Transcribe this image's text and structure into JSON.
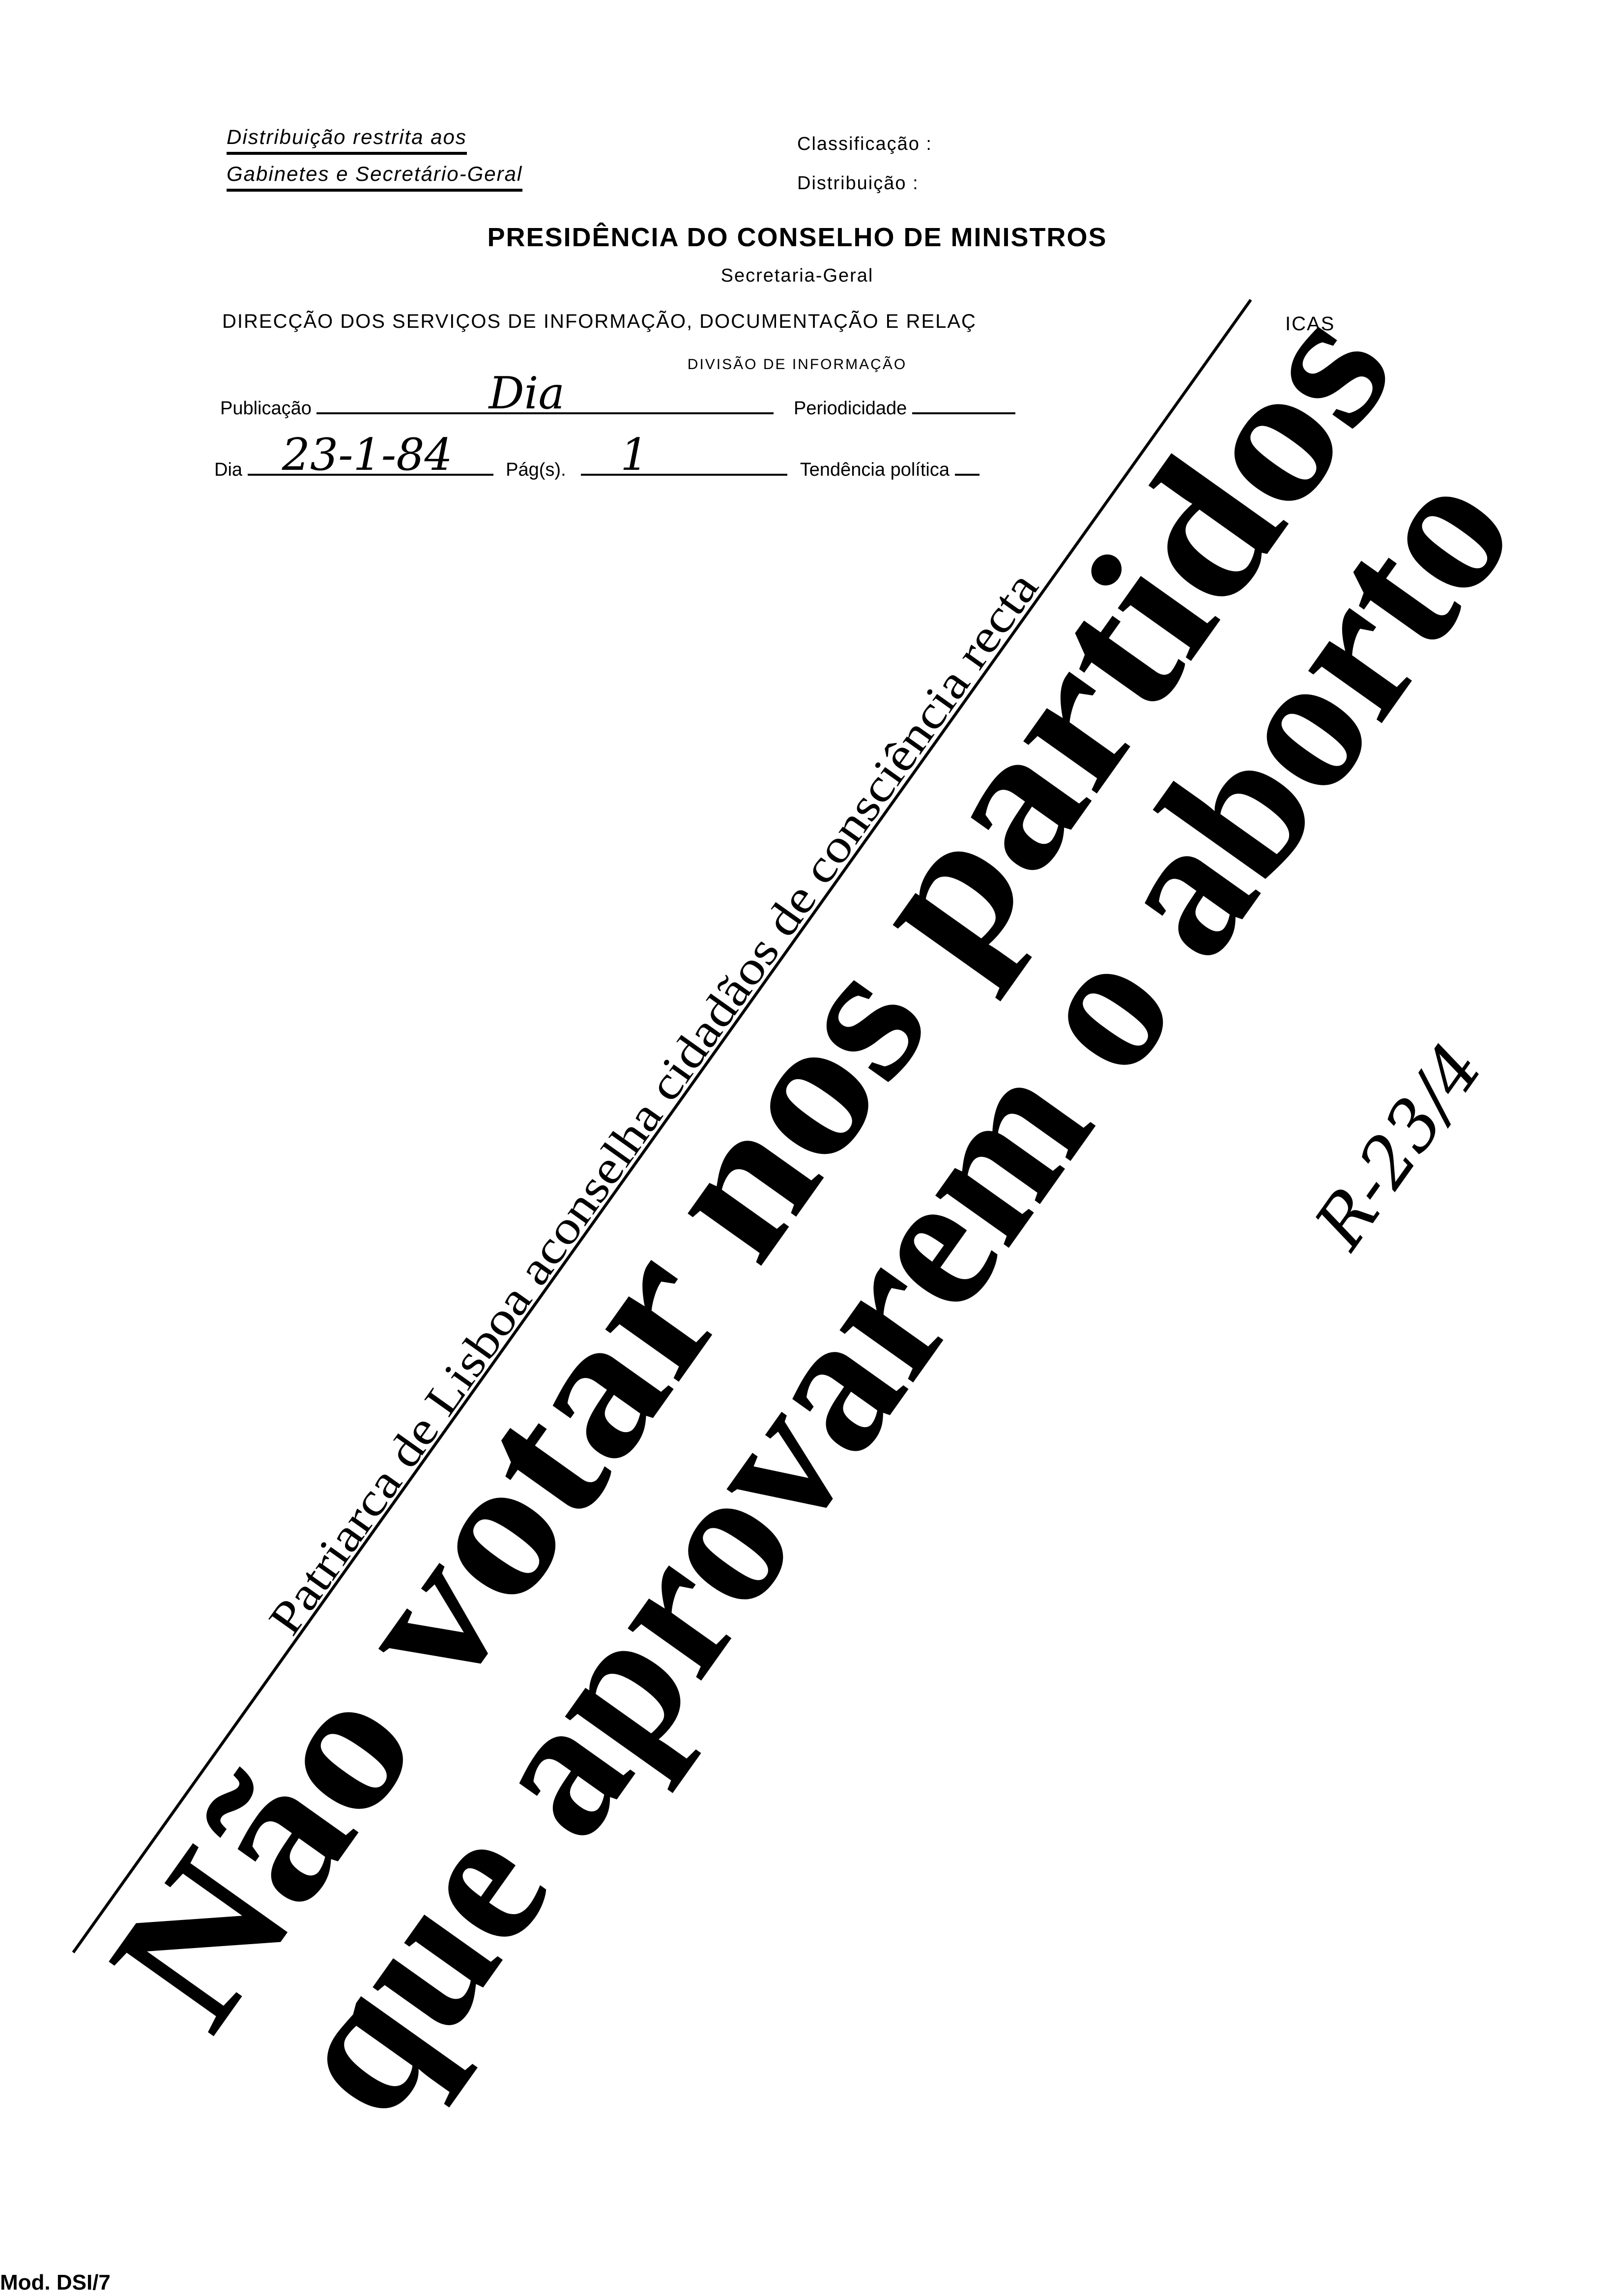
{
  "header": {
    "restricted_line1": "Distribuição restrita aos",
    "restricted_line2": "Gabinetes e Secretário-Geral",
    "classification_label": "Classificação :",
    "distribution_label": "Distribuição :",
    "title": "PRESIDÊNCIA DO CONSELHO DE MINISTROS",
    "subtitle": "Secretaria-Geral",
    "directorate": "DIRECÇÃO  DOS  SERVIÇOS  DE  INFORMAÇÃO,  DOCUMENTAÇÃO  E  RELAÇ",
    "directorate_tail": "ICAS",
    "division": "DIVISÃO DE INFORMAÇÃO"
  },
  "form": {
    "publication_label": "Publicação",
    "publication_value": "Dia",
    "periodicity_label": "Periodicidade",
    "day_label": "Dia",
    "day_value": "23-1-84",
    "pages_label": "Pág(s).",
    "pages_value": "1",
    "tendency_label": "Tendência política"
  },
  "clipping": {
    "kicker": "Patriarca de Lisboa aconselha cidadãos de consciência recta",
    "headline_line1": "Não votar nos partidos",
    "headline_line2": "que aprovarem o aborto",
    "handwritten_note": "R-23/4"
  },
  "footer": {
    "form_code": "Mod. DSI/7"
  }
}
